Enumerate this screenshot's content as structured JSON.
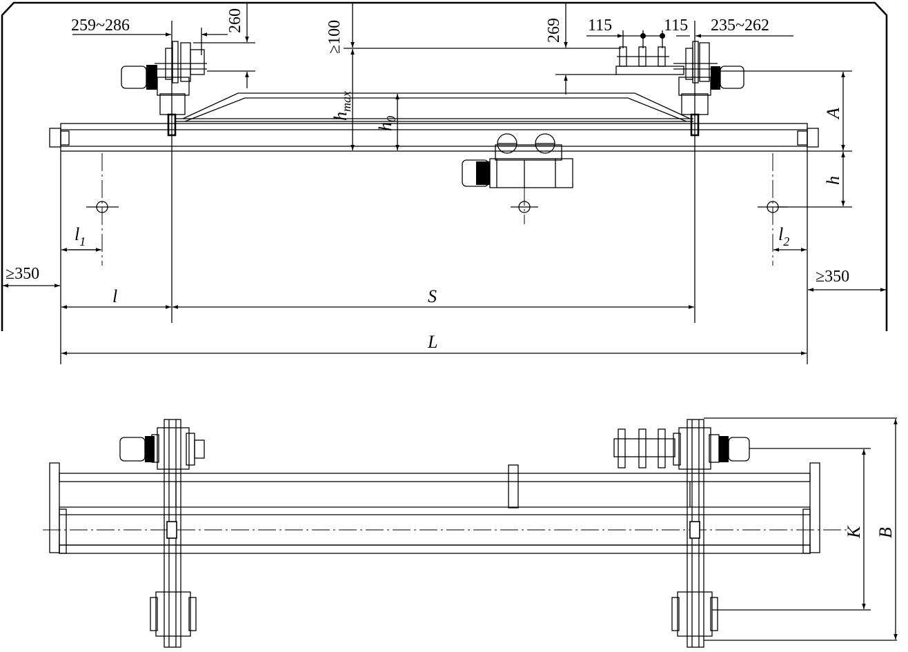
{
  "drawing": {
    "elevation_view": {
      "labels": {
        "left_wheel_offset": "259~286",
        "upper_height_260": "260",
        "clearance_top": "≥100",
        "bracket_height_269": "269",
        "conductor_pitch_1": "115",
        "conductor_pitch_2": "115",
        "right_wheel_offset": "235~262",
        "h_max_main": "h",
        "h_max_sub": "max",
        "h0_main": "h",
        "h0_sub": "0",
        "dim_A": "A",
        "dim_h": "h",
        "l1_main": "l",
        "l1_sub": "1",
        "l2_main": "l",
        "l2_sub": "2",
        "clearance_left": "≥350",
        "clearance_right": "≥350",
        "dim_l": "l",
        "dim_S": "S",
        "dim_L": "L"
      }
    },
    "plan_view": {
      "labels": {
        "dim_K": "K",
        "dim_B": "B"
      }
    },
    "icons": [
      "crane-end-truck-icon",
      "motor-icon",
      "electric-hoist-icon",
      "hook-icon",
      "buffer-icon"
    ]
  }
}
